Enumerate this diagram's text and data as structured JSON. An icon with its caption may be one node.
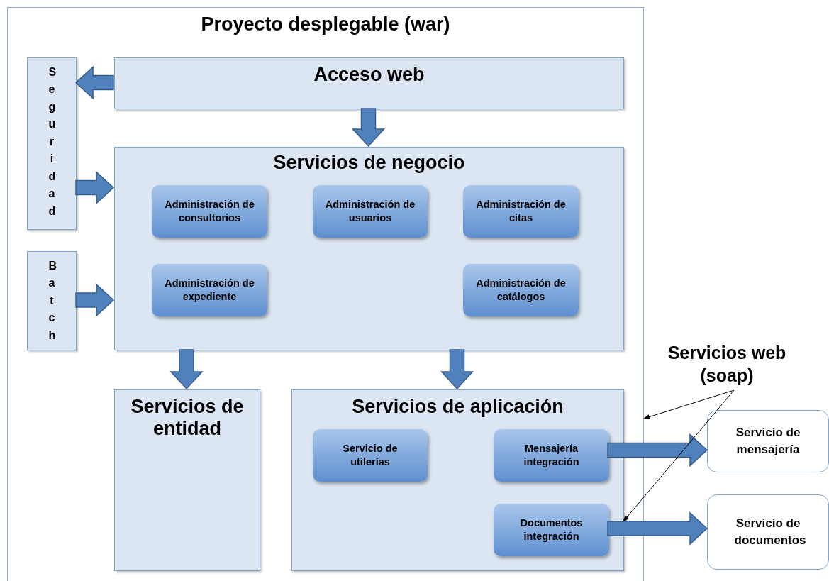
{
  "diagram": {
    "nodes": [
      {
        "text": [
          "Proyecto desplegable (war)"
        ]
      },
      {
        "text": [
          "Seguridad"
        ],
        "in": 0
      },
      {
        "text": [
          "Batch"
        ],
        "in": 0
      },
      {
        "text": [
          "Acceso web"
        ],
        "in": 0
      },
      {
        "text": [
          "Servicios de negocio"
        ],
        "in": 0
      },
      {
        "text": [
          "Administración de consultorios"
        ],
        "in": 4
      },
      {
        "text": [
          "Administración de usuarios"
        ],
        "in": 4
      },
      {
        "text": [
          "Administración de citas"
        ],
        "in": 4
      },
      {
        "text": [
          "Administración de expediente"
        ],
        "in": 4
      },
      {
        "text": [
          "Administración de catálogos"
        ],
        "in": 4
      },
      {
        "text": [
          "Servicios de entidad"
        ],
        "in": 0
      },
      {
        "text": [
          "Servicios de aplicación"
        ],
        "in": 0
      },
      {
        "text": [
          "Servicio de utilerías"
        ],
        "in": 11
      },
      {
        "text": [
          "Mensajería integración"
        ],
        "in": 11
      },
      {
        "text": [
          "Documentos integración"
        ],
        "in": 11
      },
      {
        "text": [
          "Servicios web (soap)"
        ]
      },
      {
        "text": [
          "Servicio de mensajería"
        ]
      },
      {
        "text": [
          "Servicio de documentos"
        ]
      }
    ],
    "edges": [
      {
        "from": 3,
        "to": 1,
        "arrow": "to",
        "style": "thick"
      },
      {
        "from": 3,
        "to": 4,
        "arrow": "to",
        "style": "thick"
      },
      {
        "from": 1,
        "to": 4,
        "arrow": "to",
        "style": "thick"
      },
      {
        "from": 2,
        "to": 4,
        "arrow": "to",
        "style": "thick"
      },
      {
        "from": 4,
        "to": 10,
        "arrow": "to",
        "style": "thick"
      },
      {
        "from": 4,
        "to": 11,
        "arrow": "to",
        "style": "thick"
      },
      {
        "from": 13,
        "to": 16,
        "arrow": "to",
        "style": "thick"
      },
      {
        "from": 14,
        "to": 17,
        "arrow": "to",
        "style": "thick"
      },
      {
        "from": 15,
        "to": 0,
        "arrow": "to"
      },
      {
        "from": 15,
        "to": 11,
        "arrow": "to"
      }
    ]
  }
}
